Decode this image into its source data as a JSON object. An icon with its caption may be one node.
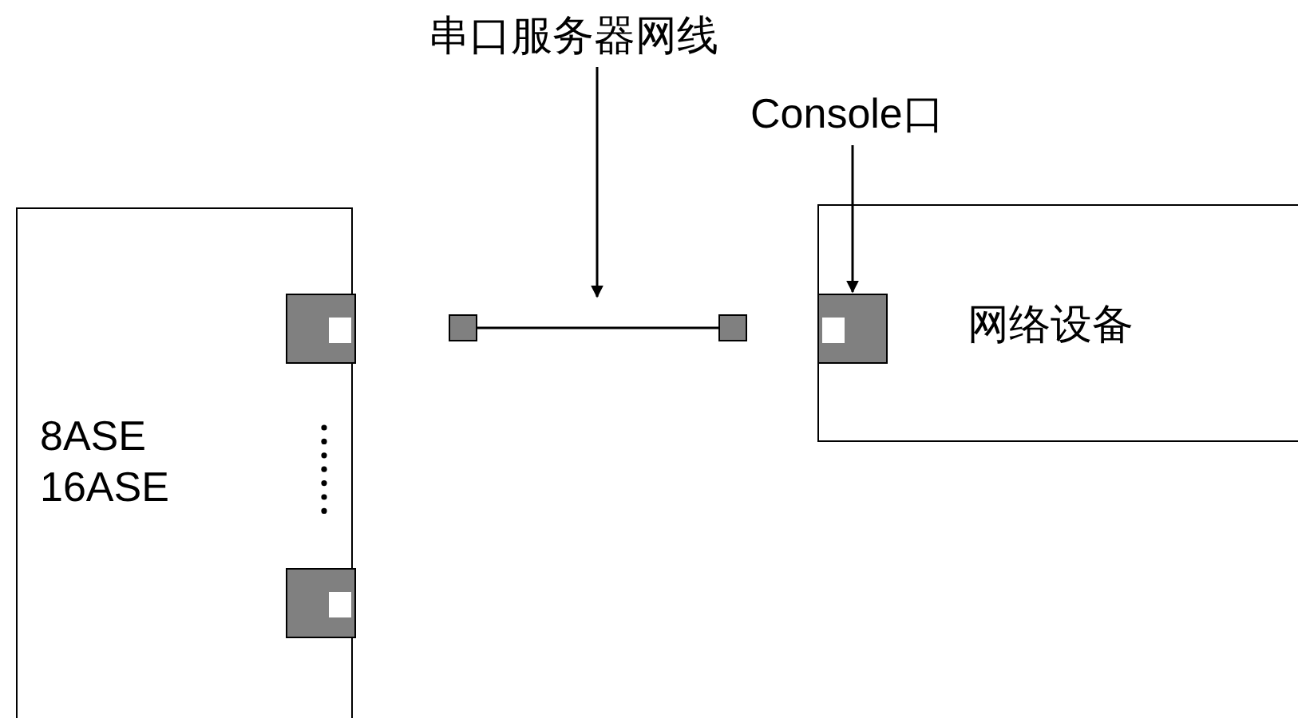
{
  "diagram": {
    "nodes": [
      {
        "text": [
          "8ASE 16ASE"
        ]
      },
      {
        "text": [],
        "shape": "box",
        "in": 0
      },
      {
        "text": [],
        "shape": "box",
        "in": 0
      },
      {
        "text": [],
        "shape": "box"
      },
      {
        "text": [],
        "shape": "box"
      },
      {
        "text": [
          "网络设备"
        ]
      },
      {
        "text": [],
        "shape": "box",
        "in": 5
      },
      {
        "text": [
          "串口服务器网线"
        ]
      },
      {
        "text": [
          "Console口"
        ]
      }
    ],
    "edges": [
      {
        "from": 3,
        "to": 4,
        "arrow": "none"
      },
      {
        "from": 7,
        "to": null,
        "arrow": "to"
      },
      {
        "from": 8,
        "to": 6,
        "arrow": "to"
      }
    ]
  }
}
